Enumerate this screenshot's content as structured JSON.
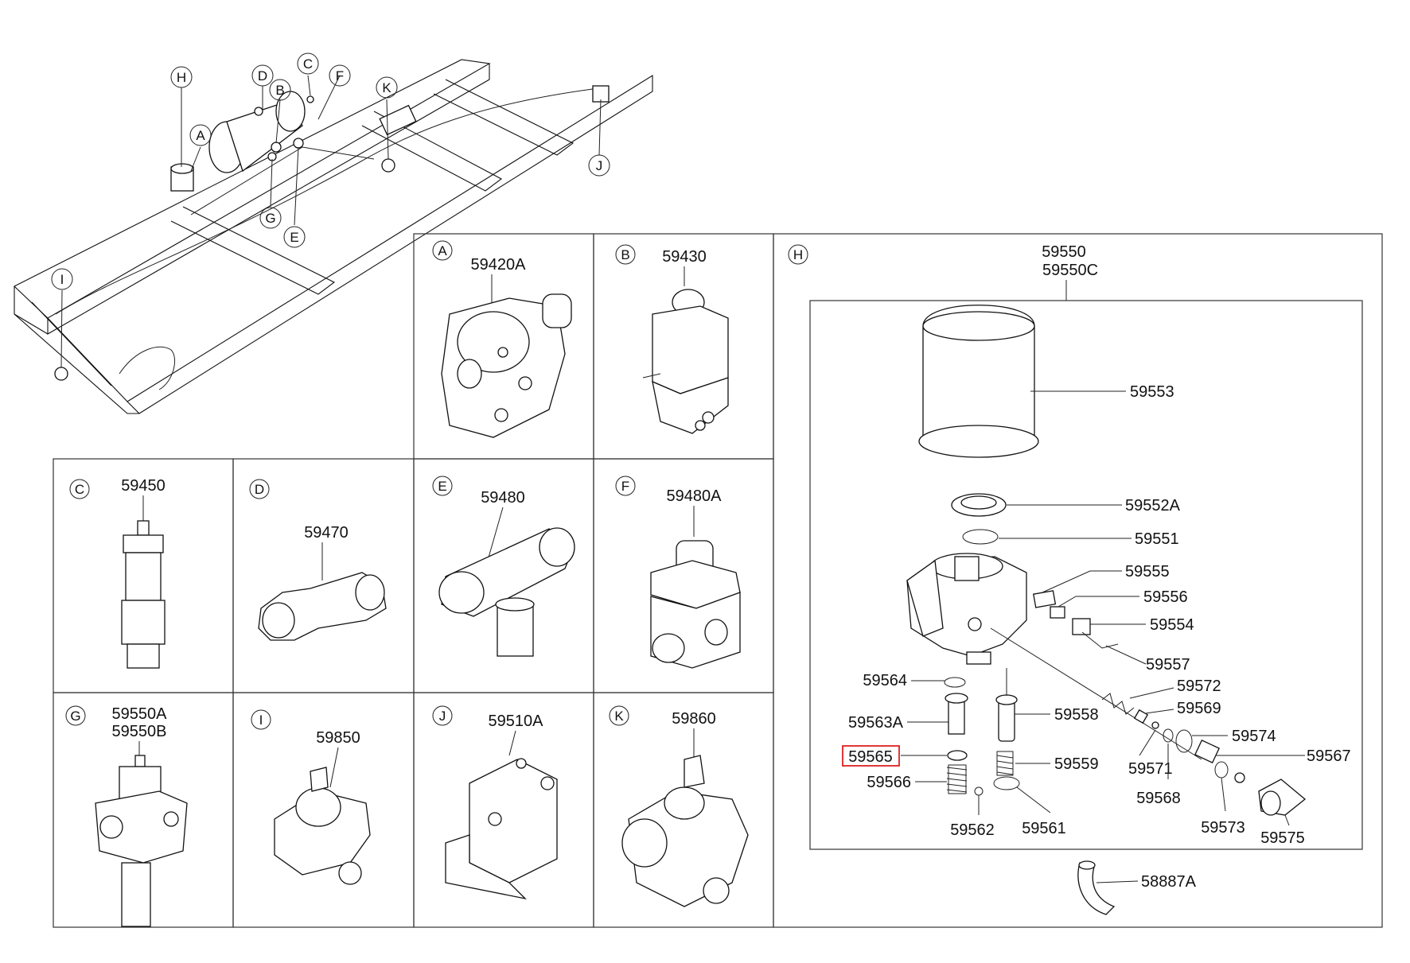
{
  "diagram": {
    "overview_callouts": [
      "H",
      "D",
      "B",
      "C",
      "F",
      "K",
      "A",
      "J",
      "G",
      "E",
      "I"
    ],
    "panels": {
      "A": {
        "letter": "A",
        "part_no": "59420A"
      },
      "B": {
        "letter": "B",
        "part_no": "59430"
      },
      "C": {
        "letter": "C",
        "part_no": "59450"
      },
      "D": {
        "letter": "D",
        "part_no": "59470"
      },
      "E": {
        "letter": "E",
        "part_no": "59480"
      },
      "F": {
        "letter": "F",
        "part_no": "59480A"
      },
      "G": {
        "letter": "G",
        "part_no_1": "59550A",
        "part_no_2": "59550B"
      },
      "I": {
        "letter": "I",
        "part_no": "59850"
      },
      "J": {
        "letter": "J",
        "part_no": "59510A"
      },
      "K": {
        "letter": "K",
        "part_no": "59860"
      }
    },
    "panel_h": {
      "letter": "H",
      "assembly_no_1": "59550",
      "assembly_no_2": "59550C",
      "parts": {
        "p59553": "59553",
        "p59552A": "59552A",
        "p59551": "59551",
        "p59555": "59555",
        "p59556": "59556",
        "p59554": "59554",
        "p59557": "59557",
        "p59564": "59564",
        "p59572": "59572",
        "p59569": "59569",
        "p59563A": "59563A",
        "p59558": "59558",
        "p59574": "59574",
        "p59565": "59565",
        "p59567": "59567",
        "p59559": "59559",
        "p59571": "59571",
        "p59566": "59566",
        "p59568": "59568",
        "p59562": "59562",
        "p59561": "59561",
        "p59573": "59573",
        "p59575": "59575"
      },
      "highlighted_part": "59565",
      "highlight_color": "#e02020"
    },
    "hose_part_no": "58887A"
  }
}
